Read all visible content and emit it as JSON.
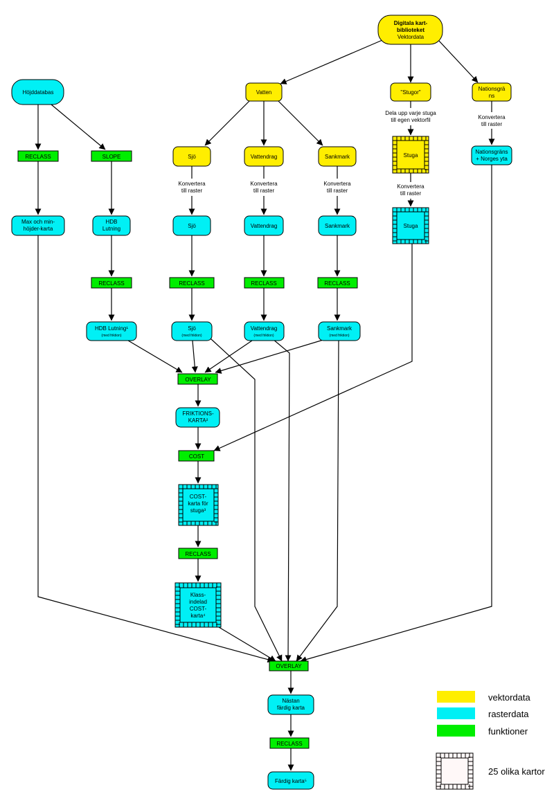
{
  "colors": {
    "vector": "#ffee00",
    "raster": "#00f0f5",
    "function": "#00ee00",
    "tile_fill": "#fff8f8"
  },
  "nodes": {
    "digitala": {
      "l1": "Digitala kart-",
      "l2": "biblioteket",
      "l3": "Vektordata"
    },
    "hojddatabas": "Höjddatabas",
    "vatten": "Vatten",
    "stugor": "\"Stugor\"",
    "nationsgrans": {
      "l1": "Nationsgrä",
      "l2": "ns"
    },
    "reclass_hojd": "RECLASS",
    "slope": "SLOPE",
    "sjo_v": "Sjö",
    "vattendrag_v": "Vattendrag",
    "sankmark_v": "Sankmark",
    "stuga_v": "Stuga",
    "nationsgrans_r": {
      "l1": "Nationsgräns",
      "l2": "+ Norges yta"
    },
    "maxmin": {
      "l1": "Max och min-",
      "l2": "höjder-karta"
    },
    "hdb_lutning": {
      "l1": "HDB",
      "l2": "Lutning"
    },
    "sjo_r": "Sjö",
    "vattendrag_r": "Vattendrag",
    "sankmark_r": "Sankmark",
    "stuga_r": "Stuga",
    "reclass_hdb": "RECLASS",
    "reclass_sjo": "RECLASS",
    "reclass_vattendrag": "RECLASS",
    "reclass_sankmark": "RECLASS",
    "hdb_lutning2": {
      "l1": "HDB Lutning¹",
      "l2": "(med friktion)"
    },
    "sjo_f": {
      "l1": "Sjö",
      "l2": "(med friktion)"
    },
    "vattendrag_f": {
      "l1": "Vattendrag",
      "l2": "(med friktion)"
    },
    "sankmark_f": {
      "l1": "Sankmark",
      "l2": "(med friktion)"
    },
    "overlay1": "OVERLAY",
    "friktion": {
      "l1": "FRIKTIONS-",
      "l2": "KARTA²"
    },
    "cost": "COST",
    "costkarta": {
      "l1": "COST-",
      "l2": "karta för",
      "l3": "stuga³"
    },
    "reclass_cost": "RECLASS",
    "klass": {
      "l1": "Klass-",
      "l2": "indelad",
      "l3": "COST-",
      "l4": "karta⁴"
    },
    "overlay2": "OVERLAY",
    "nastan": {
      "l1": "Nästan",
      "l2": "färdig karta"
    },
    "reclass_final": "RECLASS",
    "fardig": "Färdig karta⁵"
  },
  "edge_labels": {
    "dela": {
      "l1": "Dela upp varje stuga",
      "l2": "till egen vektorfil"
    },
    "konv": {
      "l1": "Konvertera",
      "l2": "till raster"
    }
  },
  "legend": {
    "vector": "vektordata",
    "raster": "rasterdata",
    "function": "funktioner",
    "tiles": "25 olika kartor"
  }
}
